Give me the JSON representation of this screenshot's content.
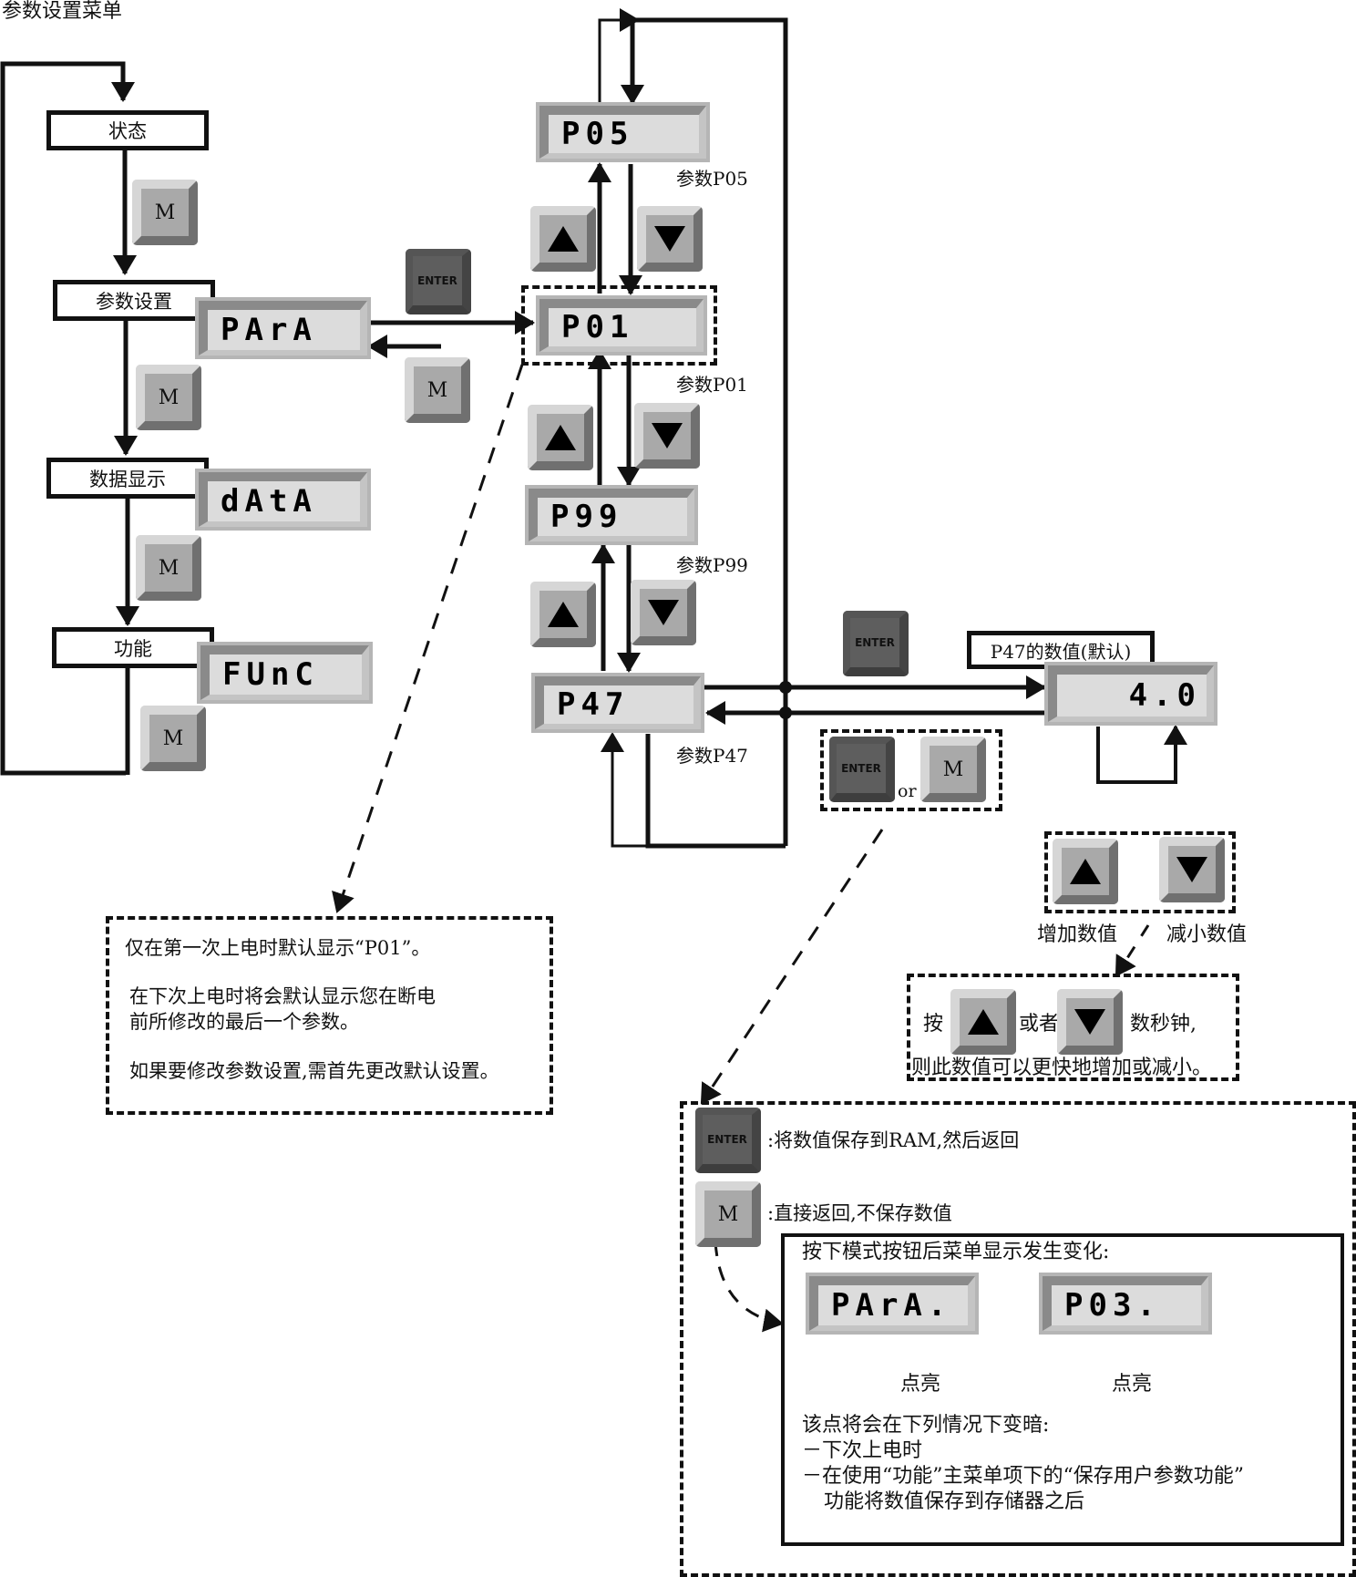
{
  "title": "参数设置菜单",
  "menu": {
    "states": [
      {
        "label": "状态"
      },
      {
        "label": "参数设置",
        "display": "PArA"
      },
      {
        "label": "数据显示",
        "display": "dAtA"
      },
      {
        "label": "功能",
        "display": "FUnC"
      }
    ],
    "m_key": "M"
  },
  "keys": {
    "enter": "ENTER",
    "m": "M",
    "m_pressed": "M",
    "or": "or"
  },
  "params": {
    "p05": {
      "display": "P05",
      "caption": "参数P05"
    },
    "p01": {
      "display": "P01",
      "caption": "参数P01"
    },
    "p99": {
      "display": "P99",
      "caption": "参数P99"
    },
    "p47": {
      "display": "P47",
      "caption": "参数P47"
    }
  },
  "value": {
    "label": "P47的数值(默认)",
    "display": "4.0"
  },
  "updown": {
    "increase": "增加数值",
    "decrease": "减小数值"
  },
  "hold": {
    "press": "按",
    "or": "或者",
    "seconds": "数秒钟,",
    "line2": "则此数值可以更快地增加或减小。"
  },
  "note_left": {
    "line1": "仅在第一次上电时默认显示“P01”。",
    "line2": "在下次上电时将会默认显示您在断电",
    "line3": "前所修改的最后一个参数。",
    "line4": "如果要修改参数设置,需首先更改默认设置。"
  },
  "note_right": {
    "enter_desc": ":将数值保存到RAM,然后返回",
    "m_desc": ":直接返回,不保存数值",
    "inner_title": "按下模式按钮后菜单显示发生变化:",
    "disp1": "PArA.",
    "disp2": "P03.",
    "lit1": "点亮",
    "lit2": "点亮",
    "dim_title": "该点将会在下列情况下变暗:",
    "dim_item1": "－下次上电时",
    "dim_item2": "－在使用“功能”主菜单项下的“保存用户参数功能”",
    "dim_item3": "功能将数值保存到存储器之后"
  }
}
